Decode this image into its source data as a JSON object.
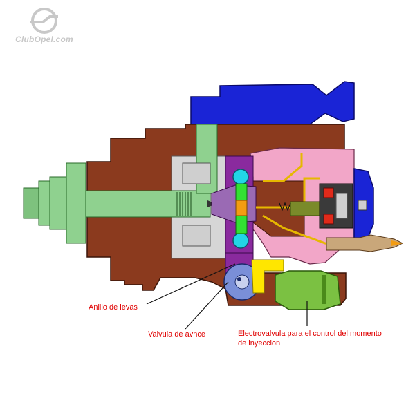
{
  "watermark": {
    "text": "ClubOpel.com",
    "icon": "opel-logo"
  },
  "labels": {
    "cam_ring": "Anillo de levas",
    "advance_valve": "Valvula de avnce",
    "solenoid_line1": "Electrovalvula para el control del momento",
    "solenoid_line2": "de inyeccion"
  },
  "colors": {
    "housing": "#8b3a1e",
    "shaft": "#8fd18f",
    "head_pink": "#f2a6c8",
    "cover_blue": "#1a24d6",
    "purple": "#8a2a9e",
    "cyan": "#22d6e6",
    "orange": "#f39c12",
    "green_plunger": "#33e033",
    "yellow": "#ffe600",
    "solenoid_green": "#7bc142",
    "valve_blue": "#7a8fd8",
    "label_red": "#e00000"
  }
}
